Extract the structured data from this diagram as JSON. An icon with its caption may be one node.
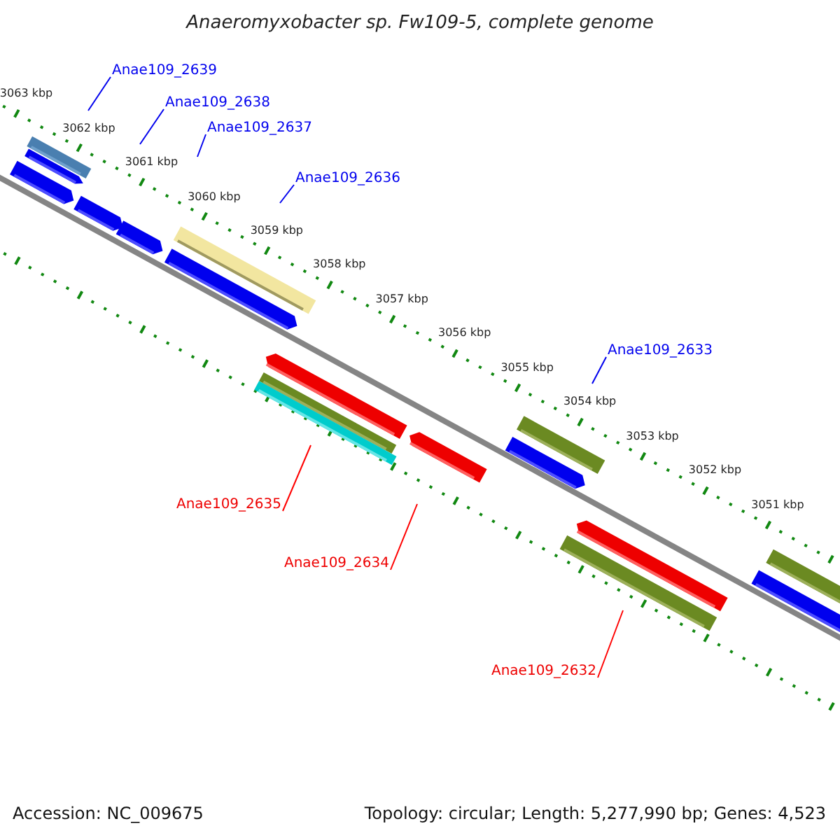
{
  "diagram": {
    "title": "Anaeromyxobacter sp. Fw109-5, complete genome",
    "nodes": [
      {
        "text": [
          "Anae109_2639"
        ]
      },
      {
        "text": [
          "Anae109_2638"
        ]
      },
      {
        "text": [
          "Anae109_2637"
        ]
      },
      {
        "text": [
          "Anae109_2636"
        ]
      },
      {
        "text": [
          "Anae109_2633"
        ]
      },
      {
        "text": [
          "Anae109_2635"
        ]
      },
      {
        "text": [
          "Anae109_2634"
        ]
      },
      {
        "text": [
          "Anae109_2632"
        ]
      }
    ],
    "edges": [
      {
        "from": 0,
        "to": null,
        "arrow": "none"
      },
      {
        "from": 1,
        "to": null,
        "arrow": "none"
      },
      {
        "from": 2,
        "to": null,
        "arrow": "none"
      },
      {
        "from": 3,
        "to": null,
        "arrow": "none"
      },
      {
        "from": 4,
        "to": null,
        "arrow": "none"
      },
      {
        "from": 5,
        "to": null,
        "arrow": "none",
        "color": "#ff0000"
      },
      {
        "from": 6,
        "to": null,
        "arrow": "none",
        "color": "#ff0000"
      },
      {
        "from": 7,
        "to": null,
        "arrow": "none",
        "color": "#ff0000"
      }
    ],
    "labels": [
      "3063 kbp",
      "3062 kbp",
      "3061 kbp",
      "3060 kbp",
      "3059 kbp",
      "3058 kbp",
      "3057 kbp",
      "3056 kbp",
      "3055 kbp",
      "3054 kbp",
      "3053 kbp",
      "3052 kbp",
      "3051 kbp",
      "Accession: NC_009675",
      "Topology: circular; Length: 5,277,990 bp; Genes: 4,523"
    ]
  }
}
